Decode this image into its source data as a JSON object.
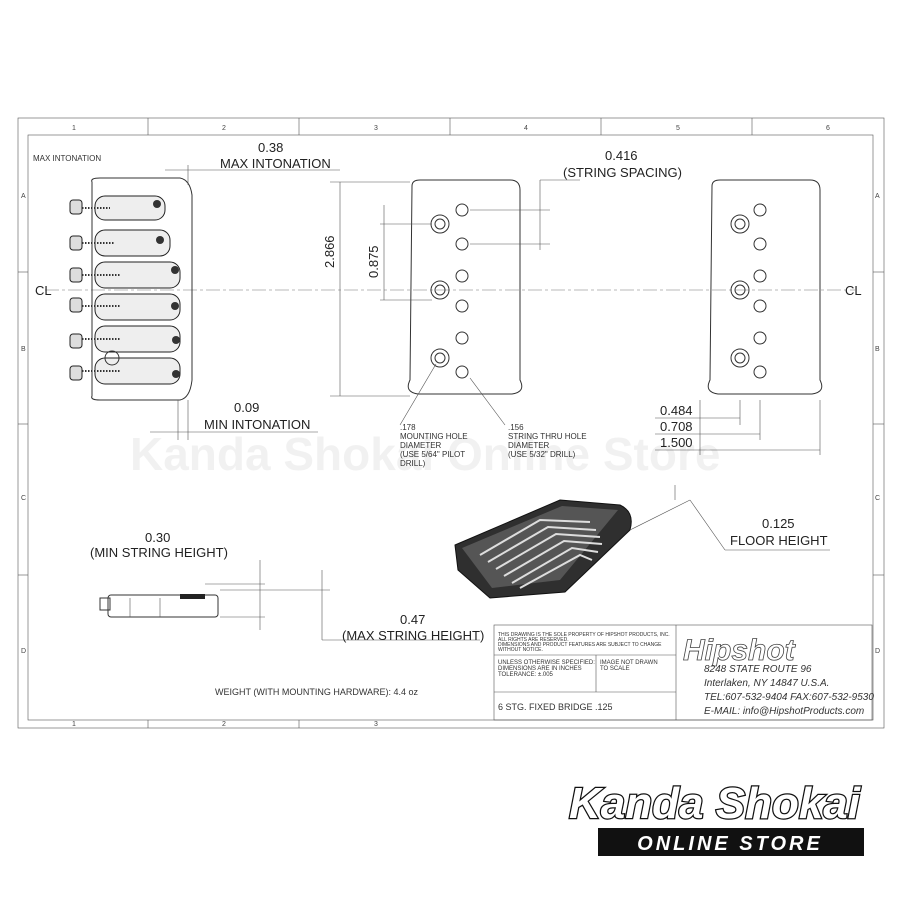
{
  "drawing": {
    "grid_columns_top": [
      "1",
      "2",
      "3",
      "4",
      "5",
      "6"
    ],
    "grid_columns_bottom": [
      "1",
      "2",
      "3"
    ],
    "grid_rows": [
      "A",
      "B",
      "C",
      "D"
    ],
    "corner_label": "MAX INTONATION",
    "centerline_symbol": "CL",
    "dims": {
      "max_intonation_value": "0.38",
      "max_intonation_label": "MAX INTONATION",
      "min_intonation_value": "0.09",
      "min_intonation_label": "MIN INTONATION",
      "height_2866": "2.866",
      "spacing_0875": "0.875",
      "string_spacing_value": "0.416",
      "string_spacing_label": "(STRING SPACING)",
      "mount_hole": [
        ".178",
        "MOUNTING HOLE",
        "DIAMETER",
        "(USE 5/64\" PILOT",
        "DRILL)"
      ],
      "string_hole": [
        ".156",
        "STRING THRU HOLE",
        "DIAMETER",
        "(USE 5/32\" DRILL)"
      ],
      "w_0484": "0.484",
      "w_0708": "0.708",
      "w_1500": "1.500",
      "floor_value": "0.125",
      "floor_label": "FLOOR HEIGHT",
      "min_string_value": "0.30",
      "min_string_label": "(MIN STRING HEIGHT)",
      "max_string_value": "0.47",
      "max_string_label": "(MAX STRING HEIGHT)",
      "weight": "WEIGHT (WITH MOUNTING HARDWARE): 4.4 oz"
    },
    "title_block": {
      "notice": [
        "THIS DRAWING IS THE SOLE PROPERTY OF HIPSHOT PRODUCTS, INC.",
        "ALL RIGHTS ARE RESERVED.",
        "DIMENSIONS AND PRODUCT FEATURES ARE SUBJECT TO CHANGE",
        "WITHOUT NOTICE."
      ],
      "tolerance": [
        "UNLESS OTHERWISE SPECIFIED:",
        "DIMENSIONS ARE IN INCHES",
        "TOLERANCE: ±.005"
      ],
      "scale_note": [
        "IMAGE NOT DRAWN",
        "TO SCALE"
      ],
      "part_name": "6 STG. FIXED BRIDGE .125",
      "brand": "Hipshot",
      "address": [
        "8248 STATE ROUTE 96",
        "Interlaken, NY 14847 U.S.A.",
        "TEL:607-532-9404 FAX:607-532-9530",
        "E-MAIL: info@HipshotProducts.com"
      ]
    }
  },
  "watermark": "Kanda Shokai Online Store",
  "store_logo": {
    "line1": "Kanda Shokai",
    "line2": "ONLINE STORE"
  }
}
